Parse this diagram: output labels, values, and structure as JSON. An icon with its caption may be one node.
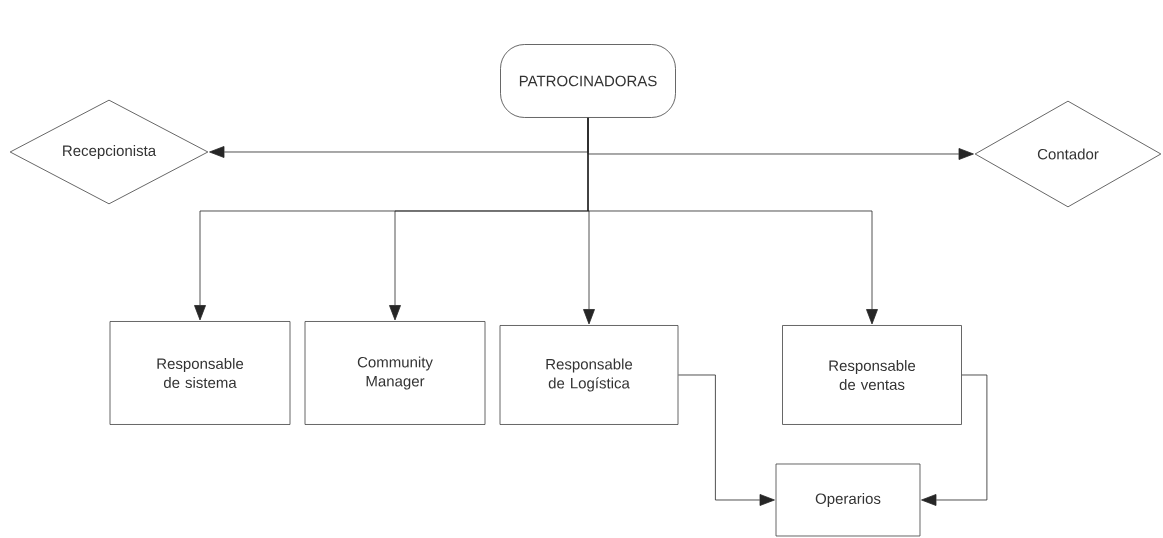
{
  "diagram": {
    "nodes": [
      {
        "text": [
          "PATROCINADORAS"
        ]
      },
      {
        "text": [
          "Recepcionista"
        ]
      },
      {
        "text": [
          "Contador"
        ]
      },
      {
        "text": [
          "Responsable de sistema"
        ]
      },
      {
        "text": [
          "Community Manager"
        ]
      },
      {
        "text": [
          "Responsable de Logística"
        ]
      },
      {
        "text": [
          "Responsable de ventas"
        ]
      },
      {
        "text": [
          "Operarios"
        ]
      }
    ],
    "edges": [
      {
        "from": 0,
        "to": 1,
        "arrow": "to"
      },
      {
        "from": 0,
        "to": 2,
        "arrow": "to"
      },
      {
        "from": 0,
        "to": 3,
        "arrow": "to"
      },
      {
        "from": 0,
        "to": 4,
        "arrow": "to"
      },
      {
        "from": 0,
        "to": 5,
        "arrow": "to"
      },
      {
        "from": 0,
        "to": 6,
        "arrow": "to"
      },
      {
        "from": 5,
        "to": 7,
        "arrow": "to"
      },
      {
        "from": 6,
        "to": 7,
        "arrow": "to"
      }
    ]
  }
}
